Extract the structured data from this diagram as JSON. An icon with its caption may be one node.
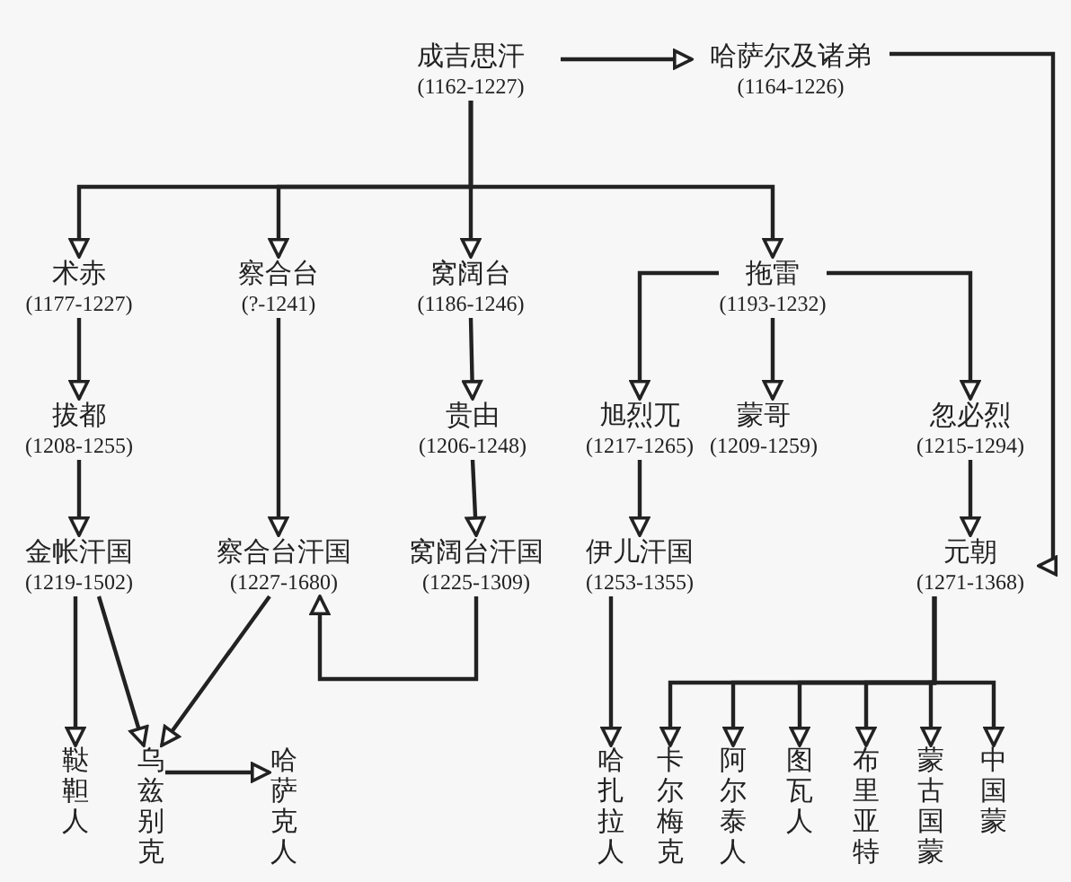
{
  "diagram": {
    "nodes": [
      {
        "text": [
          "成吉思汗",
          "(1162-1227)"
        ]
      },
      {
        "text": [
          "哈萨尔及诸弟",
          "(1164-1226)"
        ]
      },
      {
        "text": [
          "术赤",
          "(1177-1227)"
        ]
      },
      {
        "text": [
          "察合台",
          "(?-1241)"
        ]
      },
      {
        "text": [
          "窝阔台",
          "(1186-1246)"
        ]
      },
      {
        "text": [
          "拖雷",
          "(1193-1232)"
        ]
      },
      {
        "text": [
          "拔都",
          "(1208-1255)"
        ]
      },
      {
        "text": [
          "贵由",
          "(1206-1248)"
        ]
      },
      {
        "text": [
          "旭烈兀",
          "(1217-1265)"
        ]
      },
      {
        "text": [
          "蒙哥",
          "(1209-1259)"
        ]
      },
      {
        "text": [
          "忽必烈",
          "(1215-1294)"
        ]
      },
      {
        "text": [
          "金帐汗国",
          "(1219-1502)"
        ]
      },
      {
        "text": [
          "察合台汗国",
          "(1227-1680)"
        ]
      },
      {
        "text": [
          "窝阔台汗国",
          "(1225-1309)"
        ]
      },
      {
        "text": [
          "伊儿汗国",
          "(1253-1355)"
        ]
      },
      {
        "text": [
          "元朝",
          "(1271-1368)"
        ]
      },
      {
        "text": [
          "鞑靼人"
        ]
      },
      {
        "text": [
          "乌兹别克"
        ]
      },
      {
        "text": [
          "哈萨克人"
        ]
      },
      {
        "text": [
          "哈扎拉人"
        ]
      },
      {
        "text": [
          "卡尔梅克"
        ]
      },
      {
        "text": [
          "阿尔泰人"
        ]
      },
      {
        "text": [
          "图瓦人"
        ]
      },
      {
        "text": [
          "布里亚特"
        ]
      },
      {
        "text": [
          "蒙古国蒙"
        ]
      },
      {
        "text": [
          "中国蒙"
        ]
      }
    ],
    "edges": [
      {
        "from": 0,
        "to": 1,
        "arrow": "to"
      },
      {
        "from": 0,
        "to": 2,
        "arrow": "to"
      },
      {
        "from": 0,
        "to": 3,
        "arrow": "to"
      },
      {
        "from": 0,
        "to": 4,
        "arrow": "to"
      },
      {
        "from": 0,
        "to": 5,
        "arrow": "to"
      },
      {
        "from": 1,
        "to": 15,
        "arrow": "to"
      },
      {
        "from": 2,
        "to": 6,
        "arrow": "to"
      },
      {
        "from": 6,
        "to": 11,
        "arrow": "to"
      },
      {
        "from": 3,
        "to": 12,
        "arrow": "to"
      },
      {
        "from": 4,
        "to": 7,
        "arrow": "to"
      },
      {
        "from": 7,
        "to": 13,
        "arrow": "to"
      },
      {
        "from": 13,
        "to": 12,
        "arrow": "to"
      },
      {
        "from": 5,
        "to": 8,
        "arrow": "to"
      },
      {
        "from": 5,
        "to": 9,
        "arrow": "to"
      },
      {
        "from": 5,
        "to": 10,
        "arrow": "to"
      },
      {
        "from": 10,
        "to": 15,
        "arrow": "to"
      },
      {
        "from": 8,
        "to": 14,
        "arrow": "to"
      },
      {
        "from": 11,
        "to": 16,
        "arrow": "to"
      },
      {
        "from": 11,
        "to": 17,
        "arrow": "to"
      },
      {
        "from": 12,
        "to": 17,
        "arrow": "to"
      },
      {
        "from": 17,
        "to": 18,
        "arrow": "to"
      },
      {
        "from": 14,
        "to": 19,
        "arrow": "to"
      },
      {
        "from": 15,
        "to": 20,
        "arrow": "to"
      },
      {
        "from": 15,
        "to": 21,
        "arrow": "to"
      },
      {
        "from": 15,
        "to": 22,
        "arrow": "to"
      },
      {
        "from": 15,
        "to": 23,
        "arrow": "to"
      },
      {
        "from": 15,
        "to": 24,
        "arrow": "to"
      },
      {
        "from": 15,
        "to": 25,
        "arrow": "to"
      }
    ]
  }
}
